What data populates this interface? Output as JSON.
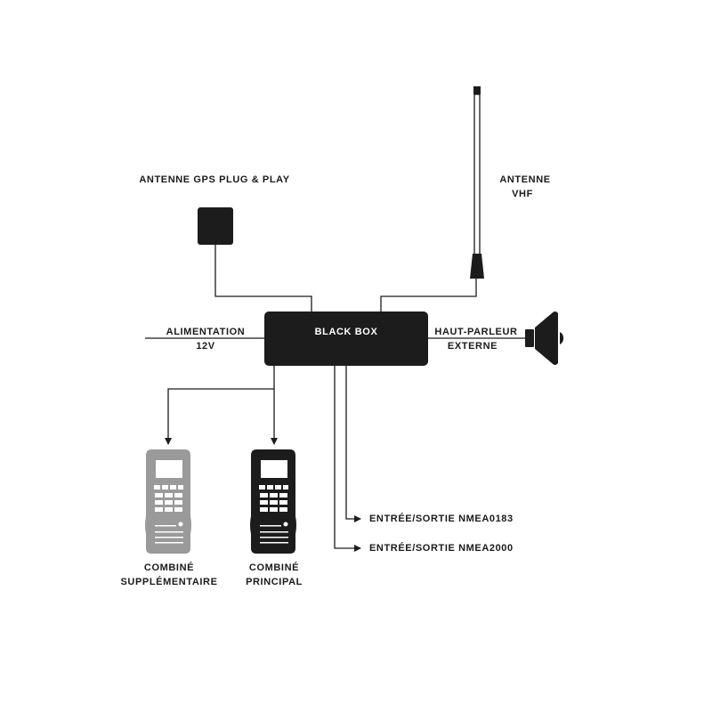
{
  "labels": {
    "gps_antenna": "ANTENNE GPS PLUG & PLAY",
    "vhf_antenna_1": "ANTENNE",
    "vhf_antenna_2": "VHF",
    "power_1": "ALIMENTATION",
    "power_2": "12V",
    "black_box": "BLACK BOX",
    "speaker_1": "HAUT-PARLEUR",
    "speaker_2": "EXTERNE",
    "nmea0183": "ENTRÉE/SORTIE NMEA0183",
    "nmea2000": "ENTRÉE/SORTIE NMEA2000",
    "handset_extra_1": "COMBINÉ",
    "handset_extra_2": "SUPPLÉMENTAIRE",
    "handset_main_1": "COMBINÉ",
    "handset_main_2": "PRINCIPAL"
  },
  "colors": {
    "dark": "#1c1c1c",
    "grey_handset": "#9a9a9a"
  }
}
